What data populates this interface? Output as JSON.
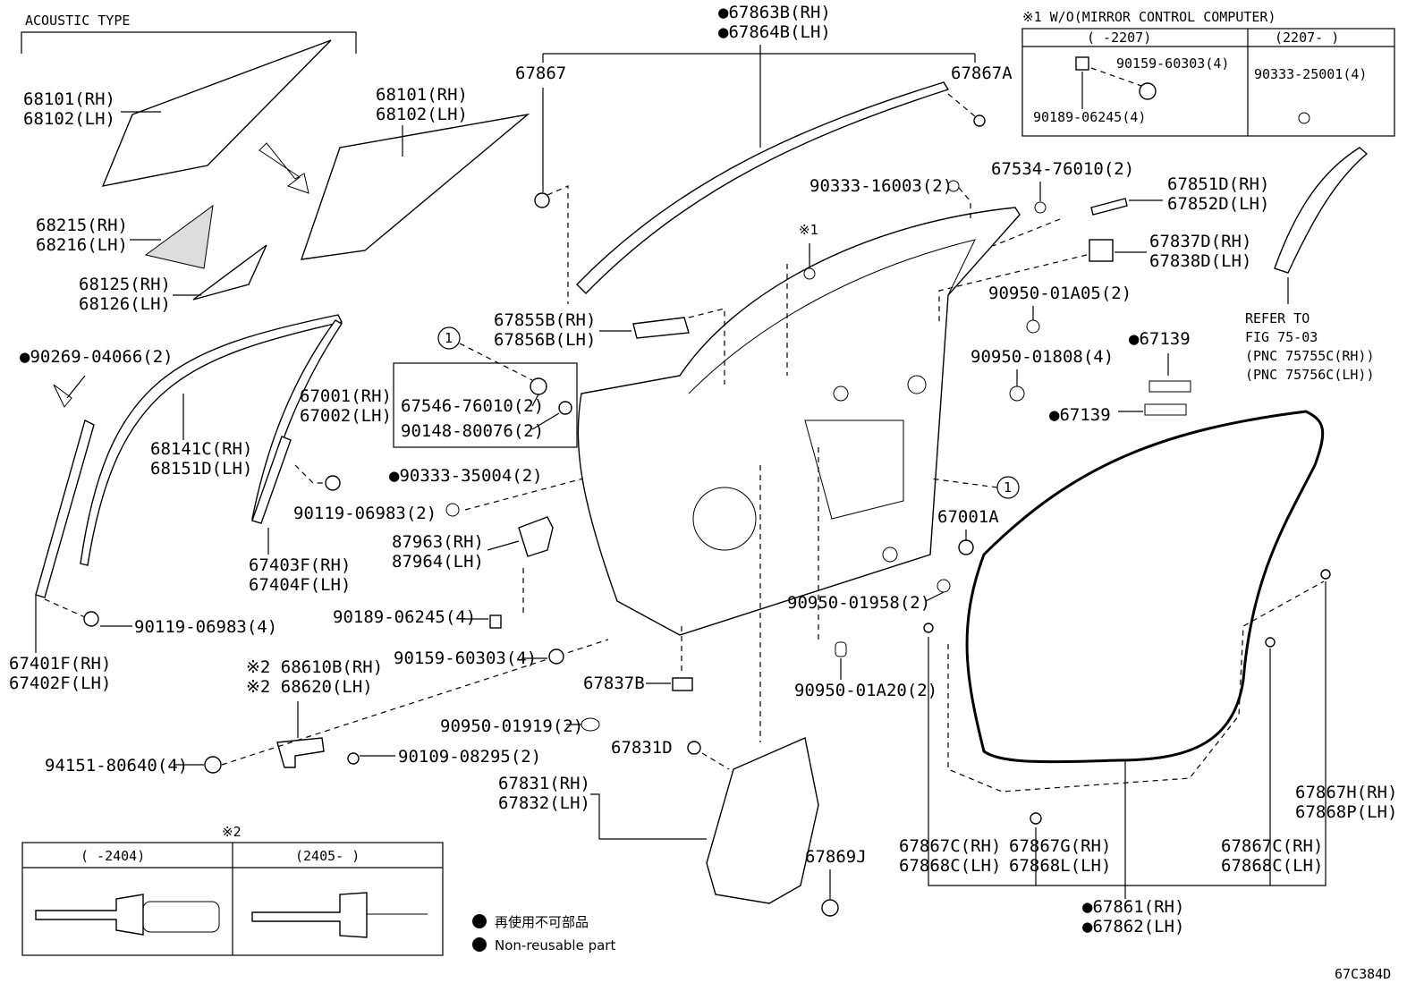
{
  "diagram": {
    "code": "67C384D",
    "acoustic_type_label": "ACOUSTIC TYPE",
    "note1_title": "※1 W/O(MIRROR CONTROL COMPUTER)",
    "note1_col_left": "(     -2207)",
    "note1_col_right": "(2207-     )",
    "note1_parts": [
      "90159-60303(4)",
      "90189-06245(4)",
      "90333-25001(4)"
    ],
    "note2_mark": "※2",
    "note2_col_left": "(     -2404)",
    "note2_col_right": "(2405-     )",
    "legend_jp": "再使用不可部品",
    "legend_en": "Non-reusable part",
    "refer": [
      "REFER TO",
      "FIG 75-03",
      "(PNC 75755C(RH))",
      "(PNC 75756C(LH))"
    ],
    "callout_1": "1",
    "callout_note1": "※1",
    "labels": {
      "p68101a": "68101(RH)",
      "p68102a": "68102(LH)",
      "p68101b": "68101(RH)",
      "p68102b": "68102(LH)",
      "p68215": "68215(RH)",
      "p68216": "68216(LH)",
      "p68125": "68125(RH)",
      "p68126": "68126(LH)",
      "p90269": "●90269-04066(2)",
      "p68141": "68141C(RH)",
      "p68151": "68151D(LH)",
      "p67401": "67401F(RH)",
      "p67402": "67402F(LH)",
      "p90119a": "90119-06983(4)",
      "p90119b": "90119-06983(2)",
      "p67403": "67403F(RH)",
      "p67404": "67404F(LH)",
      "p68610": "※2 68610B(RH)",
      "p68620": "※2 68620(LH)",
      "p94151": "94151-80640(4)",
      "p90109": "90109-08295(2)",
      "p90189": "90189-06245(4)",
      "p90159": "90159-60303(4)",
      "p87963": "87963(RH)",
      "p87964": "87964(LH)",
      "p90333a": "●90333-35004(2)",
      "p67001": "67001(RH)",
      "p67002": "67002(LH)",
      "p67546": "67546-76010(2)",
      "p90148": "90148-80076(2)",
      "p67855": "67855B(RH)",
      "p67856": "67856B(LH)",
      "p67867": "67867",
      "p67863": "●67863B(RH)",
      "p67864": "●67864B(LH)",
      "p67867a": "67867A",
      "p90333b": "90333-16003(2)",
      "p67534": "67534-76010(2)",
      "p67851": "67851D(RH)",
      "p67852": "67852D(LH)",
      "p67837d": "67837D(RH)",
      "p67838d": "67838D(LH)",
      "p90950a": "90950-01A05(2)",
      "p90950b": "90950-01808(4)",
      "p67139a": "●67139",
      "p67139b": "●67139",
      "p67001a": "67001A",
      "p90950c": "90950-01958(2)",
      "p90950d": "90950-01A20(2)",
      "p67837b": "67837B",
      "p90950e": "90950-01919(2)",
      "p67831d": "67831D",
      "p67831": "67831(RH)",
      "p67832": "67832(LH)",
      "p67869j": "67869J",
      "p67867c1": "67867C(RH)",
      "p67868c1": "67868C(LH)",
      "p67867g": "67867G(RH)",
      "p67868l": "67868L(LH)",
      "p67867c2": "67867C(RH)",
      "p67868c2": "67868C(LH)",
      "p67867h": "67867H(RH)",
      "p67868p": "67868P(LH)",
      "p67861": "●67861(RH)",
      "p67862": "●67862(LH)"
    }
  }
}
